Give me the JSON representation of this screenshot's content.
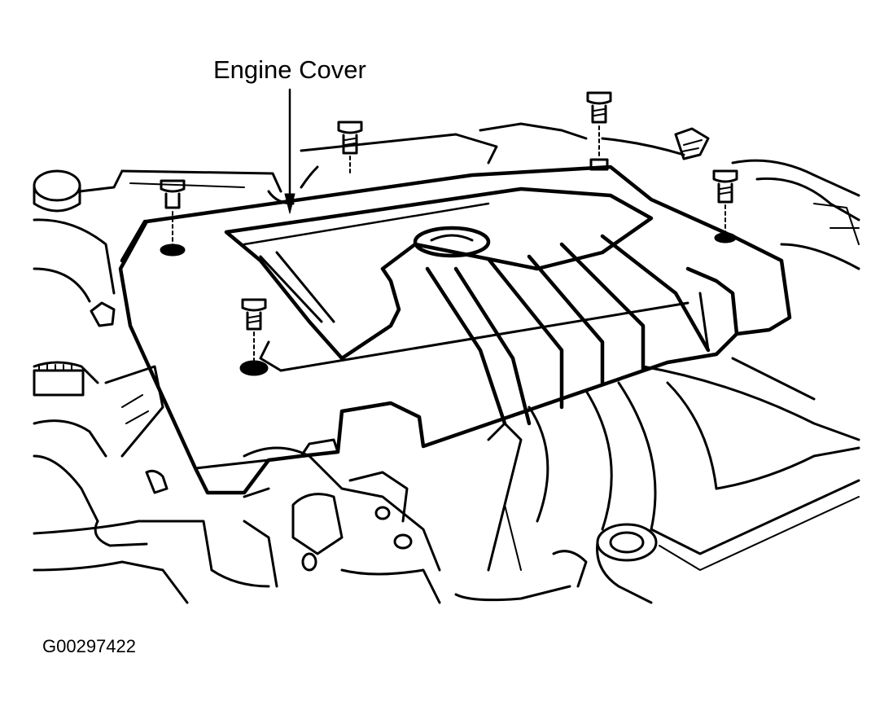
{
  "diagram": {
    "callout_label": "Engine Cover",
    "figure_id": "G00297422",
    "parts": [
      {
        "name": "engine-cover",
        "icon": "engine-cover-outline"
      },
      {
        "name": "bolt",
        "icon": "bolt-icon",
        "count": 5
      }
    ]
  }
}
